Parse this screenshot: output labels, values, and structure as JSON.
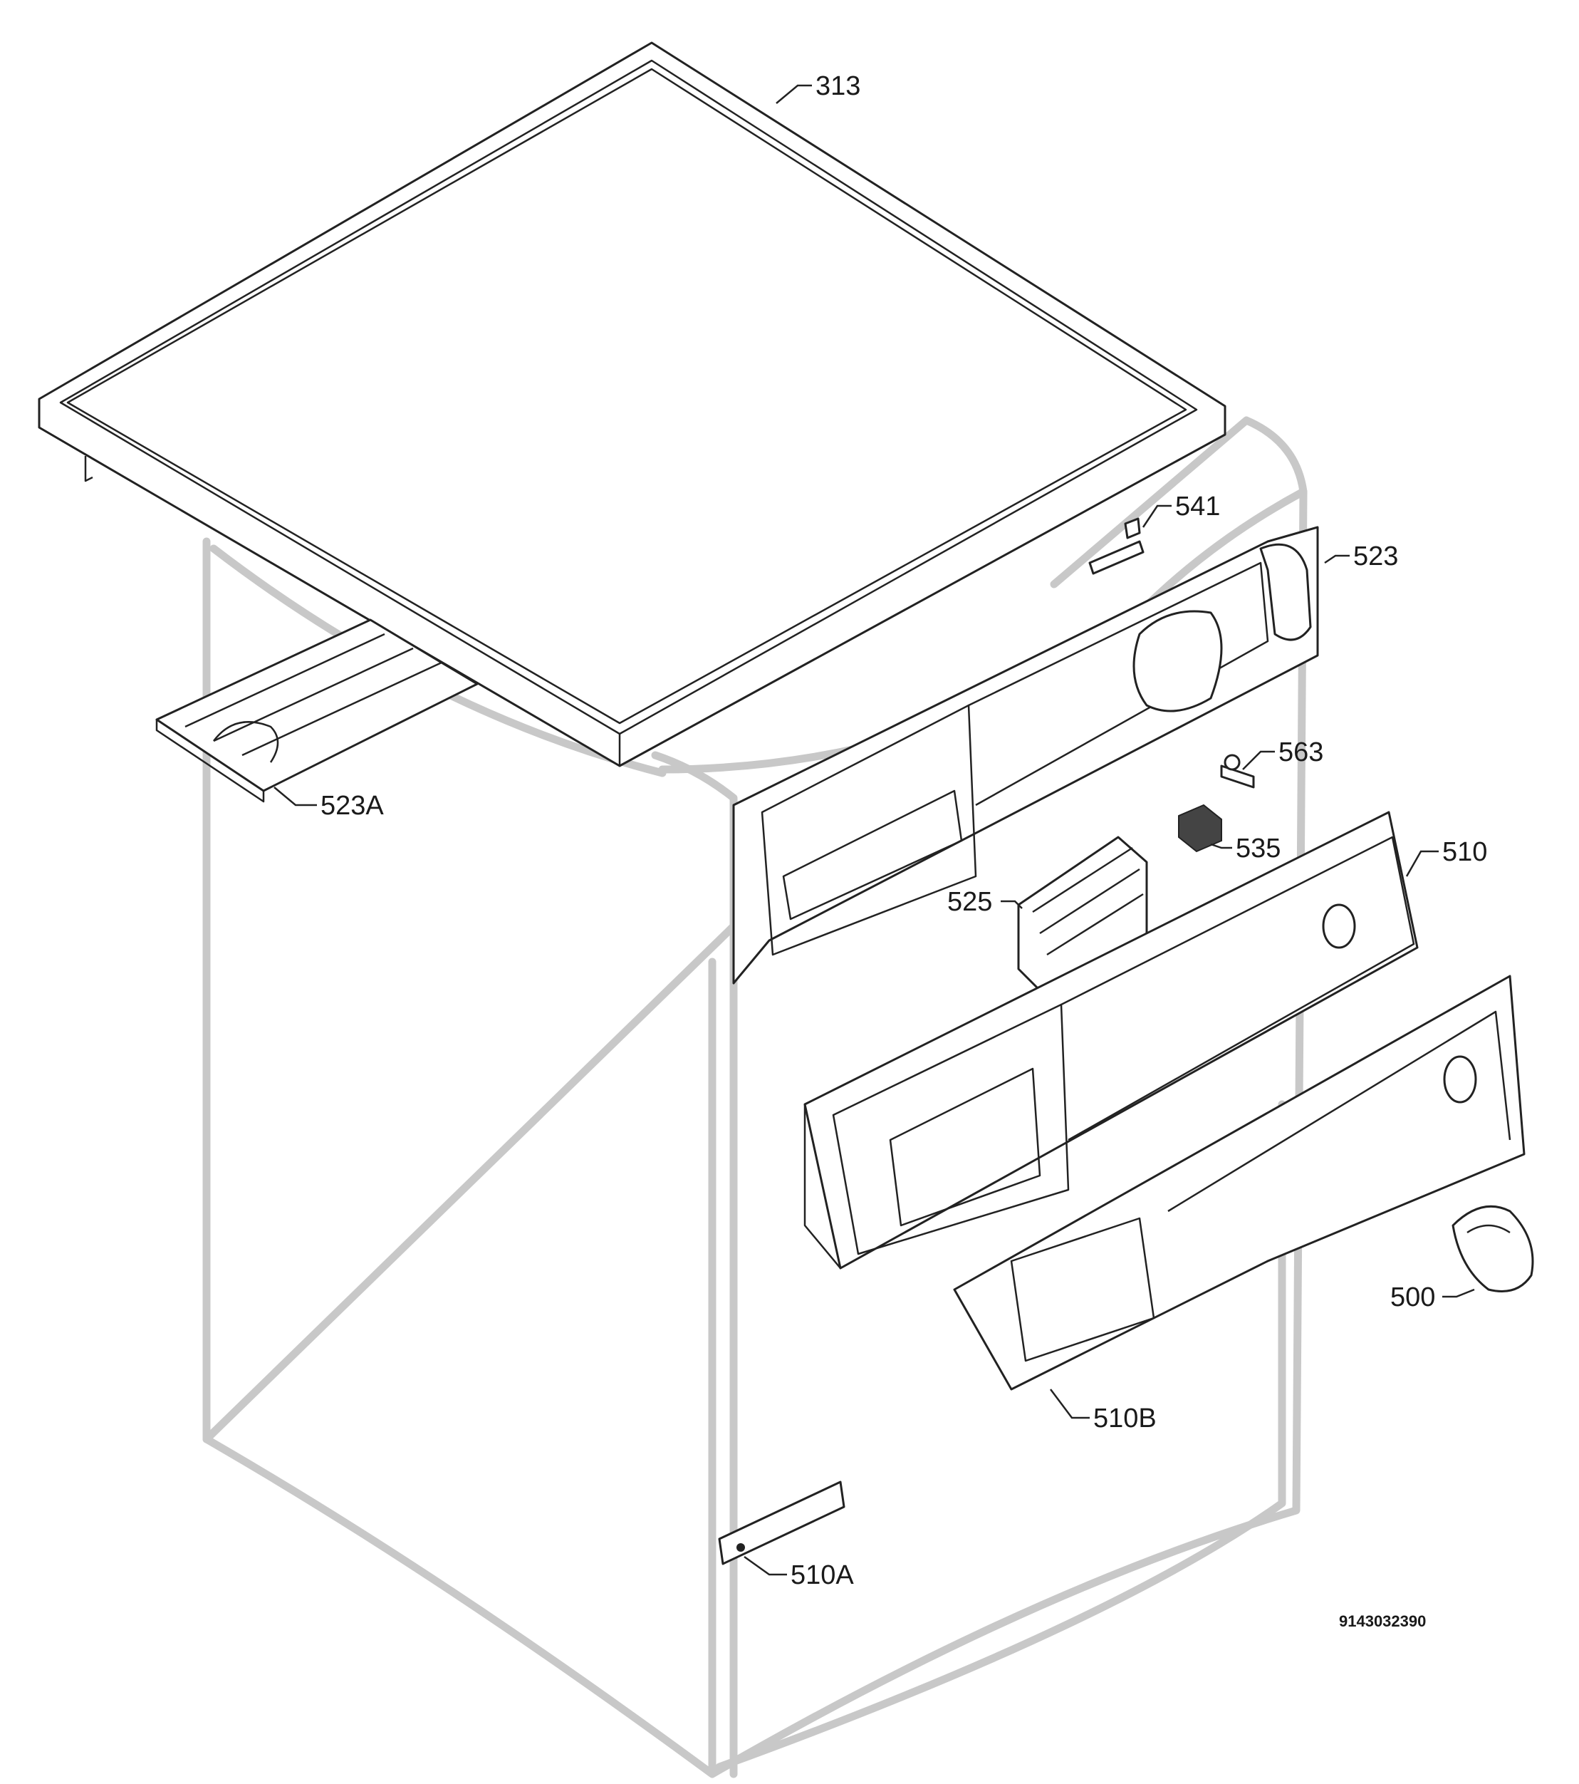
{
  "callouts": [
    {
      "id": "313",
      "label": "313"
    },
    {
      "id": "541",
      "label": "541"
    },
    {
      "id": "523",
      "label": "523"
    },
    {
      "id": "523A",
      "label": "523A"
    },
    {
      "id": "563",
      "label": "563"
    },
    {
      "id": "535",
      "label": "535"
    },
    {
      "id": "510",
      "label": "510"
    },
    {
      "id": "525",
      "label": "525"
    },
    {
      "id": "500",
      "label": "500"
    },
    {
      "id": "510A",
      "label": "510A"
    },
    {
      "id": "510B",
      "label": "510B"
    }
  ],
  "drawing_code": "9143032390"
}
